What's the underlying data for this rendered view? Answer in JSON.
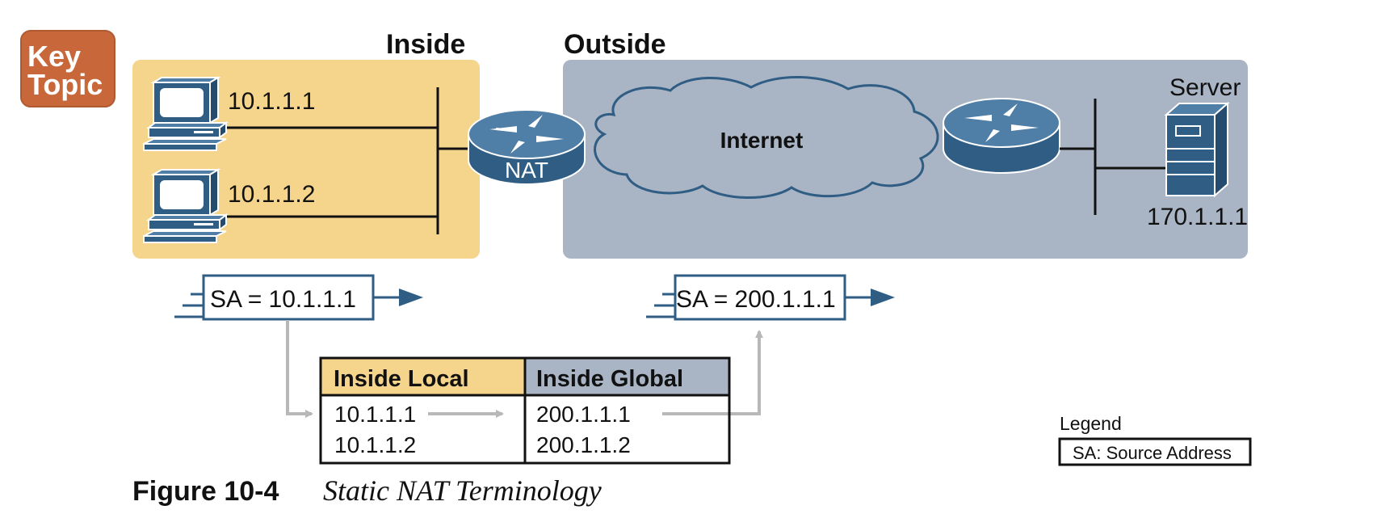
{
  "key_topic": {
    "line1": "Key",
    "line2": "Topic"
  },
  "zones": {
    "inside": "Inside",
    "outside": "Outside"
  },
  "hosts": [
    {
      "ip": "10.1.1.1"
    },
    {
      "ip": "10.1.1.2"
    }
  ],
  "nat_router": {
    "label": "NAT"
  },
  "internet": {
    "label": "Internet"
  },
  "server": {
    "label": "Server",
    "ip": "170.1.1.1"
  },
  "packets": {
    "inside": "SA = 10.1.1.1",
    "outside": "SA = 200.1.1.1"
  },
  "nat_table": {
    "headers": [
      "Inside Local",
      "Inside Global"
    ],
    "rows": [
      [
        "10.1.1.1",
        "200.1.1.1"
      ],
      [
        "10.1.1.2",
        "200.1.1.2"
      ]
    ]
  },
  "legend": {
    "title": "Legend",
    "entry": "SA: Source Address"
  },
  "caption": {
    "number": "Figure 10-4",
    "title": "Static NAT Terminology"
  },
  "colors": {
    "inside_zone": "#f5d48b",
    "outside_zone": "#a9b4c4",
    "device_blue": "#2f5d84",
    "device_blue_light": "#4f7ea6",
    "key_topic": "#c8673a",
    "arrow_blue": "#2f5d84",
    "arrow_gray": "#b8b8b8"
  }
}
